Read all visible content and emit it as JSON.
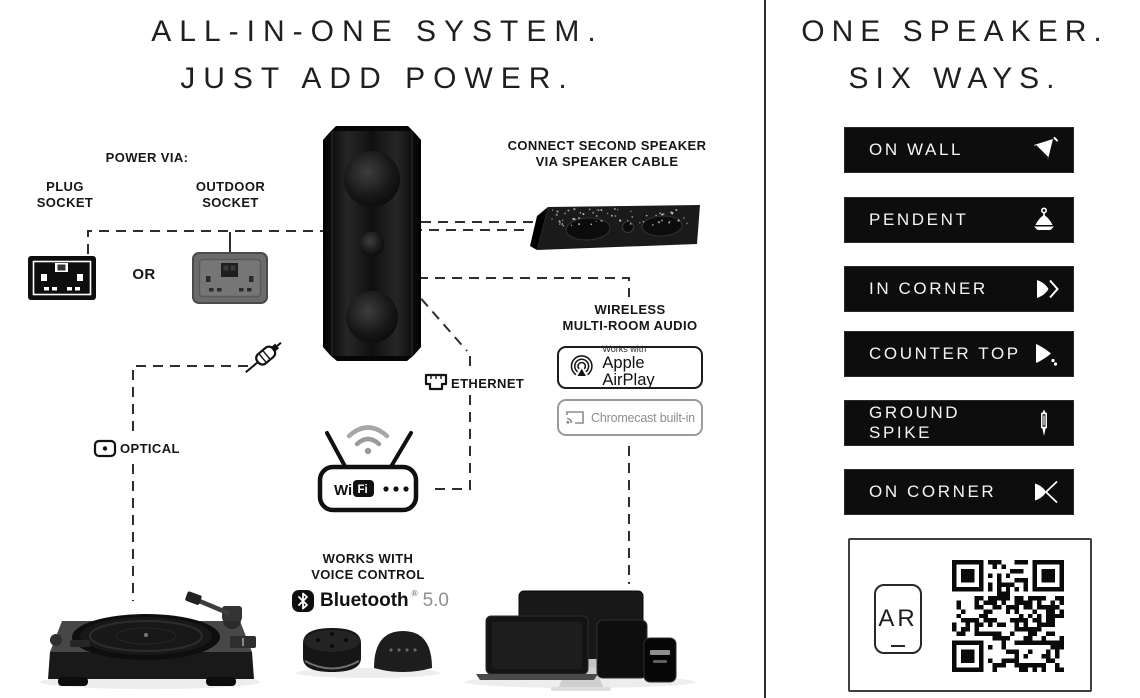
{
  "left": {
    "title_line1": "ALL-IN-ONE SYSTEM.",
    "title_line2": "JUST ADD POWER.",
    "power_heading": "POWER VIA:",
    "plug_socket_line1": "PLUG",
    "plug_socket_line2": "SOCKET",
    "outdoor_socket_line1": "OUTDOOR",
    "outdoor_socket_line2": "SOCKET",
    "or_label": "OR",
    "second_speaker_line1": "CONNECT SECOND SPEAKER",
    "second_speaker_line2": "VIA SPEAKER CABLE",
    "wireless_line1": "WIRELESS",
    "wireless_line2": "MULTI-ROOM AUDIO",
    "airplay_badge_small": "Works with",
    "airplay_badge_big": "Apple AirPlay",
    "chromecast_badge": "Chromecast built-in",
    "ethernet_label": "ETHERNET",
    "optical_label": "OPTICAL",
    "router": {
      "wi": "Wi",
      "fi": "Fi"
    },
    "voice_line1": "WORKS WITH",
    "voice_line2": "VOICE CONTROL",
    "bluetooth_label": "Bluetooth",
    "bluetooth_reg": "®",
    "bluetooth_version": "5.0"
  },
  "right": {
    "title_line1": "ONE SPEAKER.",
    "title_line2": "SIX WAYS.",
    "mount_options": [
      {
        "label": "ON WALL",
        "icon": "wall-mount-speaker-icon"
      },
      {
        "label": "PENDENT",
        "icon": "pendant-speaker-icon"
      },
      {
        "label": "IN CORNER",
        "icon": "in-corner-speaker-icon"
      },
      {
        "label": "COUNTER TOP",
        "icon": "counter-top-speaker-icon"
      },
      {
        "label": "GROUND SPIKE",
        "icon": "ground-spike-icon"
      },
      {
        "label": "ON CORNER",
        "icon": "on-corner-speaker-icon"
      }
    ],
    "ar_label": "AR"
  },
  "colors": {
    "background": "#ffffff",
    "ink": "#161616",
    "button_bg": "#0d0d0d",
    "button_text": "#f5f5f5",
    "muted_gray": "#8e8e8e",
    "divider": "#2b2b2b"
  }
}
